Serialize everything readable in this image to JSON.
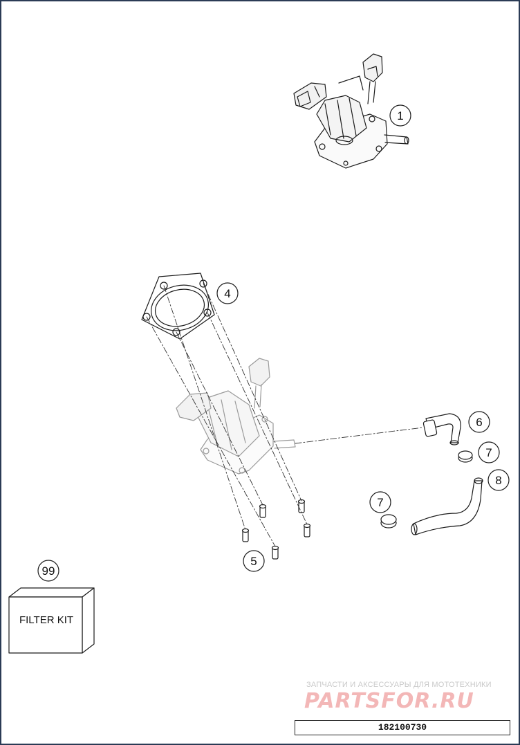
{
  "callouts": [
    {
      "id": "callout-1",
      "number": "1"
    },
    {
      "id": "callout-4",
      "number": "4"
    },
    {
      "id": "callout-5",
      "number": "5"
    },
    {
      "id": "callout-6",
      "number": "6"
    },
    {
      "id": "callout-7a",
      "number": "7"
    },
    {
      "id": "callout-7b",
      "number": "7"
    },
    {
      "id": "callout-8",
      "number": "8"
    },
    {
      "id": "callout-99",
      "number": "99"
    }
  ],
  "kit_box": {
    "label": "FILTER KIT"
  },
  "watermark": {
    "tagline": "ЗАПЧАСТИ И АКСЕССУАРЫ ДЛЯ МОТОТЕХНИКИ",
    "logo": "PARTSFOR.RU"
  },
  "document_number": "182100730",
  "colors": {
    "line": "#1a1a1a",
    "frame": "#2b3b55",
    "watermark_logo": "#f3b7b7"
  }
}
